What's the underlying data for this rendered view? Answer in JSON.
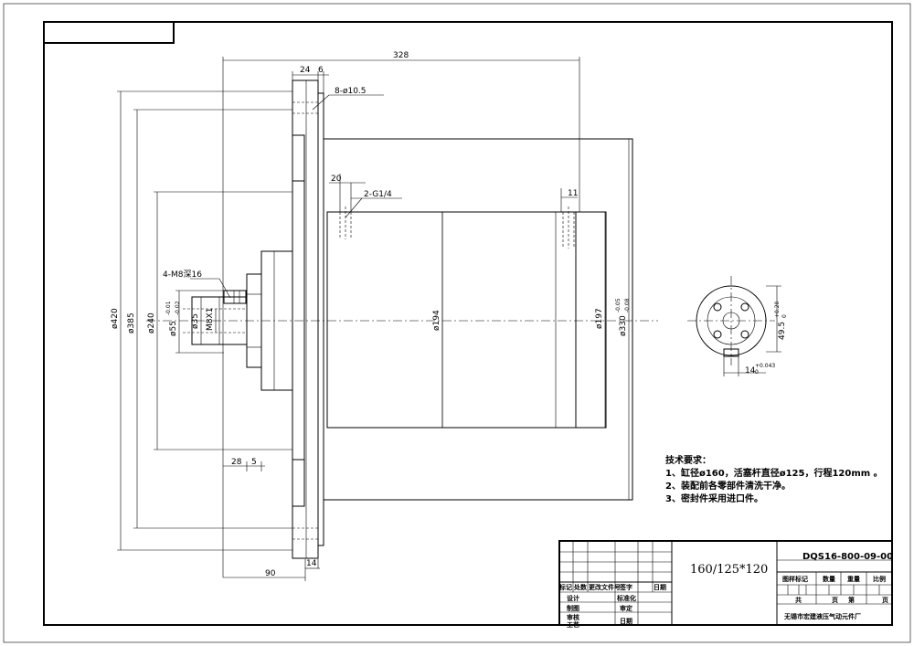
{
  "dimensions": {
    "overall_length": "328",
    "flange_thk_24": "24",
    "flange_step_6": "6",
    "bolt_holes": "8-ø10.5",
    "port_offset": "20",
    "port_thread": "2-G1/4",
    "port_offset_right": "11",
    "tapped_holes": "4-M8深16",
    "d420": "ø420",
    "d385": "ø385",
    "d240": "ø240",
    "d55": "ø55",
    "d55_tol_upper": "-0.01",
    "d55_tol_lower": "-0.02",
    "d35": "ø35",
    "m8x1": "M8X1",
    "d194": "ø194",
    "d197": "ø197",
    "d330": "ø330",
    "d330_tol_upper": "-0.05",
    "d330_tol_lower": "-0.08",
    "len_28": "28",
    "len_5": "5",
    "len_90": "90",
    "len_14": "14",
    "key_depth": "49.5",
    "key_depth_tol_upper": "+0.20",
    "key_depth_tol_lower": "0",
    "key_width": "14",
    "key_width_tol_upper": "+0.043",
    "key_width_tol_lower": "0"
  },
  "notes": {
    "title": "技术要求：",
    "items": [
      "1、缸径ø160，活塞杆直径ø125，行程120mm  。",
      "2、装配前各零部件清洗干净。",
      "3、密封件采用进口件。"
    ]
  },
  "title_block": {
    "drawing_no": "DQS16-800-09-00",
    "spec": "160/125*120",
    "marker": "标记",
    "count": "处数",
    "change_doc": "更改文件号",
    "signature": "签字",
    "date": "日期",
    "design": "设计",
    "standardize": "标准化",
    "drafting": "制图",
    "review": "审核",
    "approve": "审定",
    "process": "工艺",
    "date2": "日期",
    "stage_mark": "图样标记",
    "quantity": "数量",
    "weight": "重量",
    "scale": "比例",
    "total": "共",
    "sheet_word": "页",
    "page_no": "第",
    "page_word": "页",
    "company": "无锡市宏建液压气动元件厂"
  }
}
